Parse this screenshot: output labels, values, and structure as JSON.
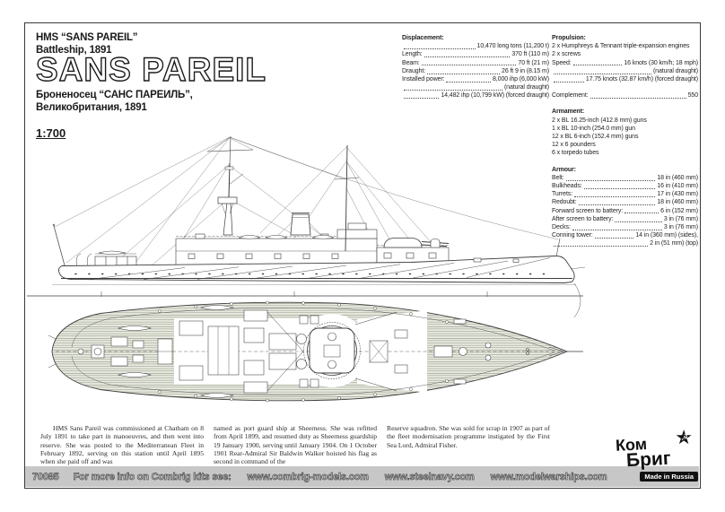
{
  "header": {
    "kit_title_en": "HMS “SANS PAREIL”",
    "kit_subtitle_en": "Battleship, 1891",
    "big_title": "SANS PAREIL",
    "kit_title_ru": "Броненосец “САНС ПАРЕИЛЬ”,",
    "kit_subtitle_ru": "Великобритания, 1891",
    "scale": "1:700"
  },
  "specs": {
    "left": {
      "rows": [
        {
          "t": "head",
          "label": "Displacement:"
        },
        {
          "t": "v",
          "value": "10,470 long tons (11,200 t)"
        },
        {
          "t": "kv",
          "label": "Length:",
          "value": "370 ft (110 m)"
        },
        {
          "t": "kv",
          "label": "Beam:",
          "value": "70 ft (21 m)"
        },
        {
          "t": "kv",
          "label": "Draught:",
          "value": "26 ft 9 in (8.15 m)"
        },
        {
          "t": "kv",
          "label": "Installed power:",
          "value": "8,000 ihp (6,000 kW)"
        },
        {
          "t": "v",
          "value": "(natural draught)"
        },
        {
          "t": "v",
          "value": "14,482 ihp (10,799 kW) (forced draught)"
        }
      ]
    },
    "right": {
      "rows": [
        {
          "t": "head",
          "label": "Propulsion:"
        },
        {
          "t": "plain",
          "label": "2 x Humphreys & Tennant triple-expansion engines"
        },
        {
          "t": "plain",
          "label": "2 x screws"
        },
        {
          "t": "kv",
          "label": "Speed:",
          "value": "16 knots (30 km/h; 18 mph)"
        },
        {
          "t": "v",
          "value": "(natural draught)"
        },
        {
          "t": "v",
          "value": "17.75 knots (32.87 km/h) (forced draught)"
        },
        {
          "t": "gap"
        },
        {
          "t": "kv",
          "label": "Complement:",
          "value": "550"
        },
        {
          "t": "gap"
        },
        {
          "t": "head",
          "label": "Armament:"
        },
        {
          "t": "plain",
          "label": "2 x BL 16.25-inch (412.8 mm) guns"
        },
        {
          "t": "plain",
          "label": "1 x BL 10-inch (254.0 mm) gun"
        },
        {
          "t": "plain",
          "label": "12 x BL 6-inch (152.4 mm) guns"
        },
        {
          "t": "plain",
          "label": "12 x 6 pounders"
        },
        {
          "t": "plain",
          "label": "6 x torpedo tubes"
        },
        {
          "t": "gap"
        },
        {
          "t": "head",
          "label": "Armour:"
        },
        {
          "t": "kv",
          "label": "Belt:",
          "value": "18 in (460 mm)"
        },
        {
          "t": "kv",
          "label": "Bulkheads:",
          "value": "16 in (410 mm)"
        },
        {
          "t": "kv",
          "label": "Turrets:",
          "value": "17 in (430 mm)"
        },
        {
          "t": "kv",
          "label": "Redoubt:",
          "value": "18 in (460 mm)"
        },
        {
          "t": "kv",
          "label": "Forward screen to battery:",
          "value": "6 in (152 mm)"
        },
        {
          "t": "kv",
          "label": "After screen to battery:",
          "value": "3 in (76 mm)"
        },
        {
          "t": "kv",
          "label": "Decks:",
          "value": "3 in (76 mm)"
        },
        {
          "t": "kv",
          "label": "Conning tower:",
          "value": "14 in (360 mm) (sides),"
        },
        {
          "t": "v",
          "value": "2 in (51 mm) (top)"
        }
      ]
    }
  },
  "history": {
    "paragraphs": [
      "HMS Sans Pareil was commissioned at Chatham on 8 July 1891 to take part in manoeuvres, and then went into reserve. She was posted to the Mediterranean Fleet in February 1892, serving on this station until April 1895 when she paid off and was",
      "named as port guard ship at Sheerness. She was refitted from April 1899, and resumed duty as Sheerness guardship 19 January 1900, serving until January 1904. On 1 October 1901 Rear-Admiral Sir Baldwin Walker hoisted his flag as second in command of the",
      "Reserve squadron.  She was sold for scrap in 1907 as part of the fleet modernisation programme instigated by the First Sea Lord, Admiral Fisher."
    ]
  },
  "footer": {
    "kit_number": "70085",
    "tagline": "For more info on Combrig kits see:",
    "links": [
      "www.combrig-models.com",
      "www.steelnavy.com",
      "www.modelwarships.com"
    ]
  },
  "logo": {
    "line1": "Ком",
    "line2": "Бриг",
    "star": "★",
    "sickle": "☭",
    "made_in": "Made in Russia"
  },
  "colors": {
    "footer_bar": "#c7c7c7",
    "ink": "#1a1a1a",
    "deck_hatch": "#8d937f"
  }
}
